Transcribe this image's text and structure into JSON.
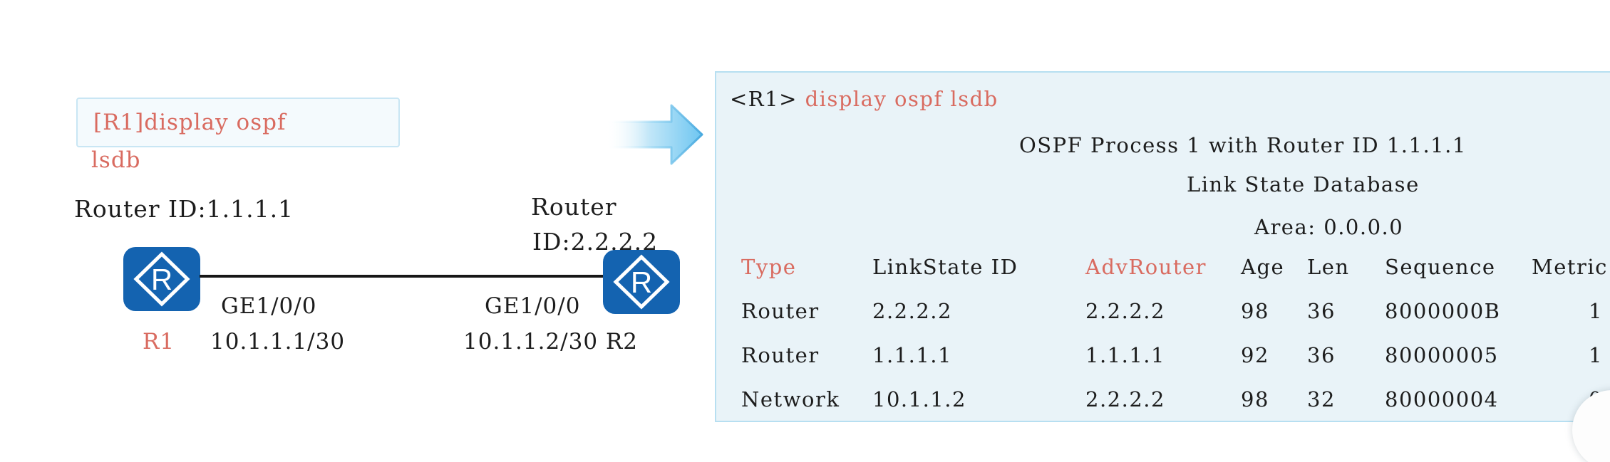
{
  "diagram": {
    "command_note": {
      "line1": "[R1]display ospf",
      "line2": "lsdb"
    },
    "r1": {
      "router_id_label": "Router ID:1.1.1.1",
      "name": "R1",
      "interface": "GE1/0/0",
      "ip": "10.1.1.1/30"
    },
    "r2": {
      "router_id_line1": "Router",
      "router_id_line2": "ID:2.2.2.2",
      "name": "R2",
      "interface": "GE1/0/0",
      "ip": "10.1.1.2/30"
    },
    "router_icon_letter": "R"
  },
  "terminal": {
    "prompt": "<R1>",
    "command": "display ospf lsdb",
    "heading_process": "OSPF Process 1 with Router ID 1.1.1.1",
    "heading_database": "Link State Database",
    "heading_area": "Area: 0.0.0.0",
    "table": {
      "headers": [
        "Type",
        "LinkState ID",
        "AdvRouter",
        "Age",
        "Len",
        "Sequence",
        "Metric"
      ],
      "rows": [
        [
          "Router",
          "2.2.2.2",
          "2.2.2.2",
          "98",
          "36",
          "8000000B",
          "1"
        ],
        [
          "Router",
          "1.1.1.1",
          "1.1.1.1",
          "92",
          "36",
          "80000005",
          "1"
        ],
        [
          "Network",
          "10.1.1.2",
          "2.2.2.2",
          "98",
          "32",
          "80000004",
          "0"
        ]
      ]
    }
  },
  "colors": {
    "accent_red": "#d96b60",
    "text_dark": "#1d1d1d",
    "panel_bg": "#e9f3f8",
    "panel_border": "#b7dff1",
    "router_blue": "#1463b0",
    "arrow_blue": "#6ec6f1",
    "link_black": "#161616"
  }
}
